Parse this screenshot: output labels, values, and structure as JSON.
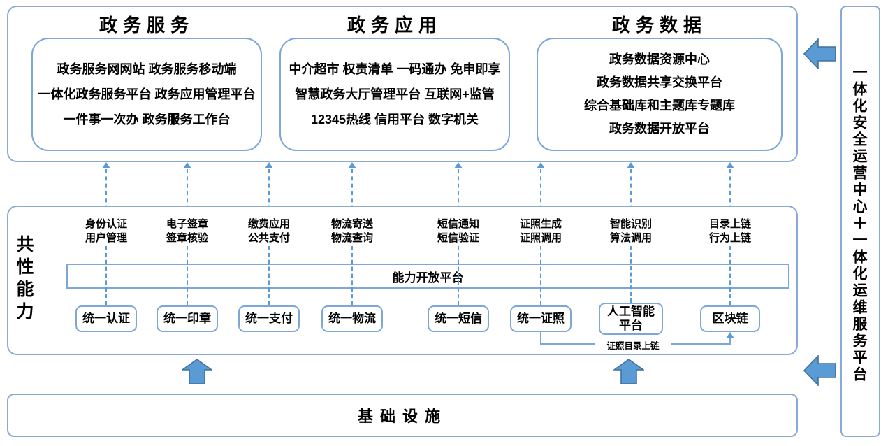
{
  "colors": {
    "box_border": "#7da7d9",
    "container_border": "#8aa9d6",
    "arrow_fill": "#5b9bd5",
    "arrow_stroke": "#41719c",
    "dash_line": "#5b9bd5",
    "text": "#000000"
  },
  "top": {
    "sections": [
      {
        "title": "政务服务",
        "lines": [
          "政务服务网网站 政务服务移动端",
          "一体化政务服务平台 政务应用管理平台",
          "一件事一次办 政务服务工作台"
        ]
      },
      {
        "title": "政务应用",
        "lines": [
          "中介超市 权责清单 一码通办 免申即享",
          "智慧政务大厅管理平台 互联网+监管",
          "12345热线 信用平台 数字机关"
        ]
      },
      {
        "title": "政务数据",
        "lines": [
          "政务数据资源中心",
          "政务数据共享交换平台",
          "综合基础库和主题库专题库",
          "政务数据开放平台"
        ]
      }
    ]
  },
  "middle": {
    "side_label": "共性能力",
    "platform_bar": "能力开放平台",
    "connector_label": "证照目录上链",
    "columns": [
      {
        "label1": "身份认证",
        "label2": "用户管理",
        "box": "统一认证"
      },
      {
        "label1": "电子签章",
        "label2": "签章核验",
        "box": "统一印章"
      },
      {
        "label1": "缴费应用",
        "label2": "公共支付",
        "box": "统一支付"
      },
      {
        "label1": "物流寄送",
        "label2": "物流查询",
        "box": "统一物流"
      },
      {
        "label1": "短信通知",
        "label2": "短信验证",
        "box": "统一短信"
      },
      {
        "label1": "证照生成",
        "label2": "证照调用",
        "box": "统一证照"
      },
      {
        "label1": "智能识别",
        "label2": "算法调用",
        "box_line1": "人工智能",
        "box_line2": "平台"
      },
      {
        "label1": "目录上链",
        "label2": "行为上链",
        "box": "区块链"
      }
    ]
  },
  "bottom": {
    "title": "基础设施"
  },
  "right_panel": {
    "label": "一体化安全运营中心＋一体化运维服务平台"
  }
}
